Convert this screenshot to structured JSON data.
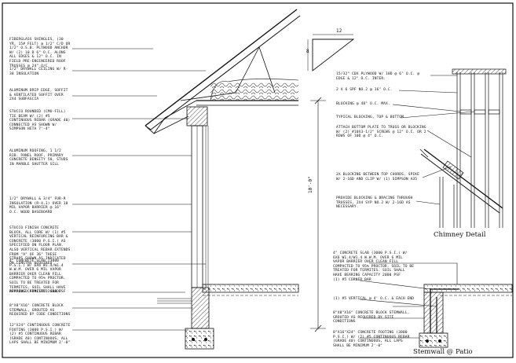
{
  "left_notes": [
    "FIBERGLASS SHINGLES, (30 YR, 15# FELT) @ 1/2\" C/D OR 1/2\" O.S.B. PLYWOOD ANCHOR W/ (2) 10 D 6\" O.C. ALONG ALL EDGES & 12\" O.C. IN FIELD PRE-ENGINEERED ROOF TRUSSES @ 24\" O/C",
    "1/2\" DRYWALL CEILING W/ R-38 INSULATION",
    "ALUMINUM DRIP EDGE, SOFFIT & VENTILATED SOFFIT OVER 2X4 SUBFASCIA",
    "STUCCO ROUNDED (CMU-FILL) TIE BEAM W/ (2) #5 CONTINUOUS REBAR (GRADE 40) CONNECTED AS SHOWN W/ SIMPSON HETA 7'-4\"",
    "ALUMINUM ROOFING, 1 1/2 RIB. PANEL ROOF, PRIMARY CONCRETE DENSITY 50, STUDS IN MARBLE SHUTTER SILL",
    "1/2\" DRYWALL & 3/4\" FUR-R INSULATION (R-4.1) OVER 10 MIL VAPOR BARRIER @ 16\" O.C. WOOD BASEBOARD",
    "STUCCO FINISH CONCRETE BLOCK, ALL CORE W/ (1) #5 VERTICAL REINFORCING BAR & CONCRETE (3000 P.S.I.) AS SPECIFIED ON FLOOR PLAN. ALSO VERTICAL REBAR EXTENDS FROM \"A\" OF 36\" THESE STRAPS SHOWN AS INDICATED ON LENGTHS REQUIRED",
    "4\" CONCRETE SLAB (3000 P.S.I.) W/ 6X6 W1.4/W1.4 W.W.M. OVER 6 MIL VAPOR BARRIER OVER CLEAN FILL COMPACTED TO 95% PROCTOR. SOIL TO BE TREATED FOR TERMITES, SOIL SHALL HAVE BEARING CAPACITY 2000 PSF",
    "APPROVED FINISHED GRADE",
    "8\"X8\"X16\" CONCRETE BLOCK STEMWALL, GROUTED AS REQUIRED BY CODE CONDITIONS",
    "12\"X24\" CONTINUOUS CONCRETE FOOTING (3000 P.S.I.) W/ (2) #5 CONTINUOUS REBAR (GRADE 40) CONTINUOUS, ALL LAPS SHALL BE MINIMUM 2'-0\""
  ],
  "right_notes": [
    "15/32\" CDX PLYWOOD W/ 10D @ 6\" O.C. @ EDGE & 12\" O.C. INTER.",
    "2 X 6 SPF NO.2 @ 16\" O.C.",
    "BLOCKING @ 48\" O.C. MAX.",
    "TYPICAL BLOCKING, TOP & BOTTOM",
    "ATTACH BOTTOM PLATE TO TRUSS OR BLOCKING W/ (2) #10X3-1/2\" SCREWS @ 12\" O.C. OR 2 ROWS OF 10D @ 4\" O.C.",
    "2X BLOCKING BETWEEN TOP CHORDS, SPIKE W/ 2-16D AND CLIP W/ (1) SIMPSON A35",
    "PROVIDE BLOCKING & BRACING THROUGH TRUSSES, 2X4 SYP NO.2 W/ 2-16D AS NECESSARY."
  ],
  "stem_notes": [
    "4\" CONCRETE SLAB (3000 P.S.I.) W/ 6X6 W1.4/W1.4 W.W.M. OVER 6 MIL VAPOR BARRIER OVER CLEAN FILL COMPACTED TO 95% PROCTOR. SOIL TO BE TREATED FOR TERMITES. SOIL SHALL HAVE BEARING CAPACITY 2000 PSF",
    "(1) #5 CORNER BAR",
    "(1) #5 VERTICAL @ 4' O.C. & EACH END",
    "8\"X8\"X16\" CONCRETE BLOCK STEMWALL, GROUTED AS REQUIRED BY SITE CONDITIONS",
    "8\"X16\"X24\" CONCRETE FOOTING (3000 P.S.I.) W/ (2) #5 CONTINUOUS REBAR (GRADE 40) CONTINUOUS, ALL LAPS SHALL BE MINIMUM 2'-0\""
  ],
  "titles": {
    "chimney": "Chimney Detail",
    "stemwall": "Stemwall @ Patio"
  },
  "dimensions": {
    "wall_height": "10'-0\"",
    "pitch_run": "12",
    "pitch_rise": "8"
  }
}
